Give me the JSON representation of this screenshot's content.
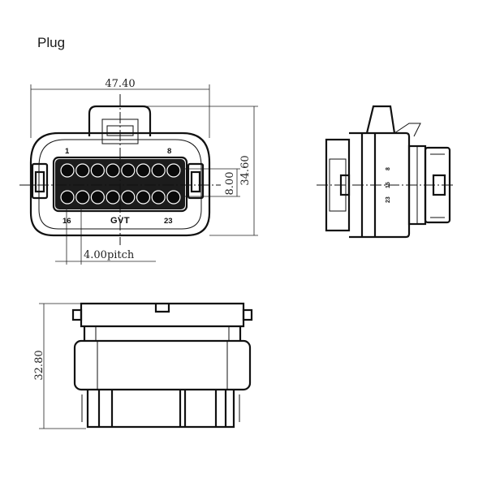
{
  "title": "Plug",
  "front_view": {
    "width_dim": "47.40",
    "height_dim": "34.60",
    "cavity_dim": "8.00",
    "pitch_dim": "4.00pitch",
    "pin_labels": {
      "top_left": "1",
      "top_right": "8",
      "bottom_left": "16",
      "bottom_right": "23"
    },
    "brand": "GVT",
    "top_row_count": 8,
    "bottom_row_count": 8
  },
  "side_view": {
    "pin_labels": [
      "23",
      "15",
      "8"
    ]
  },
  "bottom_view": {
    "height_dim": "32.80"
  }
}
